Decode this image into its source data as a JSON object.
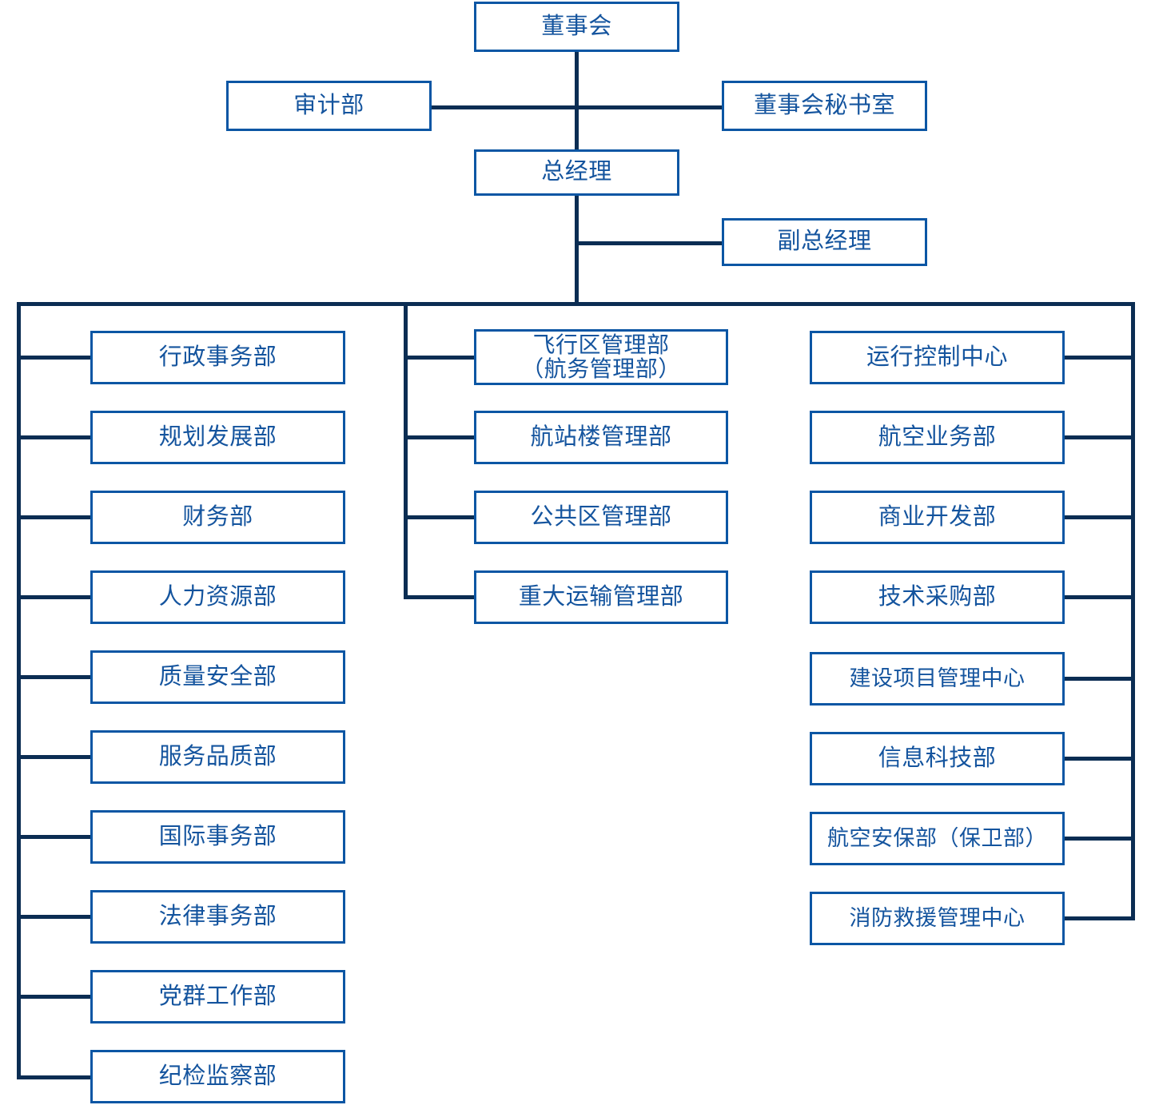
{
  "chart": {
    "title_node": "董事会",
    "type": "organization-chart",
    "accent_box_border": "#0b56a4",
    "accent_text": "#14549e",
    "connector_color": "#0b2d53",
    "background": "#ffffff"
  },
  "top": {
    "board": "董事会",
    "audit": "审计部",
    "board_secretariat": "董事会秘书室",
    "general_manager": "总经理",
    "deputy_general_manager": "副总经理"
  },
  "columns": {
    "left": {
      "name": "left-department-column",
      "items": [
        {
          "label": "行政事务部"
        },
        {
          "label": "规划发展部"
        },
        {
          "label": "财务部"
        },
        {
          "label": "人力资源部"
        },
        {
          "label": "质量安全部"
        },
        {
          "label": "服务品质部"
        },
        {
          "label": "国际事务部"
        },
        {
          "label": "法律事务部"
        },
        {
          "label": "党群工作部"
        },
        {
          "label": "纪检监察部"
        }
      ]
    },
    "middle": {
      "name": "middle-department-column",
      "items": [
        {
          "label": "飞行区管理部\n（航务管理部）",
          "lines": 2
        },
        {
          "label": "航站楼管理部"
        },
        {
          "label": "公共区管理部"
        },
        {
          "label": "重大运输管理部"
        }
      ]
    },
    "right": {
      "name": "right-department-column",
      "items": [
        {
          "label": "运行控制中心"
        },
        {
          "label": "航空业务部"
        },
        {
          "label": "商业开发部"
        },
        {
          "label": "技术采购部"
        },
        {
          "label": "建设项目管理中心"
        },
        {
          "label": "信息科技部"
        },
        {
          "label": "航空安保部（保卫部）"
        },
        {
          "label": "消防救援管理中心"
        }
      ]
    }
  }
}
